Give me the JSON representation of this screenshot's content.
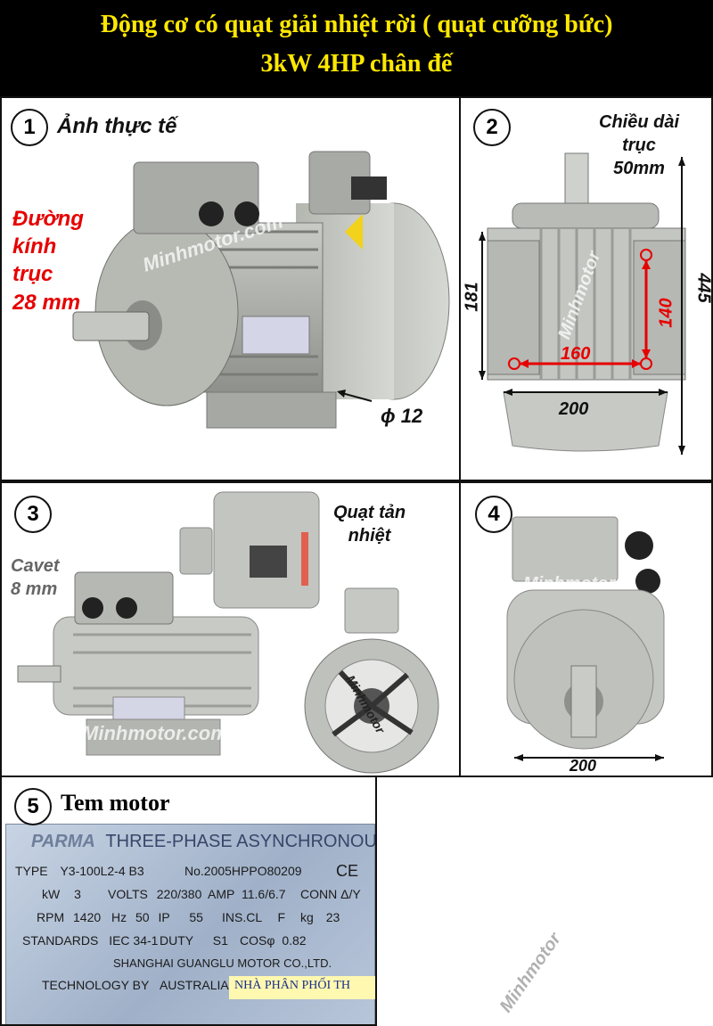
{
  "header": {
    "line1": "Động cơ có quạt giải nhiệt rời ( quạt cưỡng bức)",
    "line2": "3kW 4HP chân đế"
  },
  "panel1": {
    "num": "1",
    "title": "Ảnh thực tế",
    "shaft_diameter": [
      "Đường",
      "kính",
      "trục",
      "28 mm"
    ],
    "watermark": "Minhmotor.com",
    "foot_hole": "ϕ 12"
  },
  "panel2": {
    "num": "2",
    "shaft_length": [
      "Chiều dài",
      "trục",
      "50mm"
    ],
    "dim_181": "181",
    "dim_445": "445",
    "dim_140": "140",
    "dim_160": "160",
    "dim_200": "200",
    "watermark": "Minhmotor"
  },
  "panel3": {
    "num": "3",
    "cable_gland": [
      "Cavet",
      "8 mm"
    ],
    "fan": [
      "Quạt tản",
      "nhiệt"
    ],
    "watermark": "Minhmotor.com",
    "fan_watermark": "Minhmotor"
  },
  "panel4": {
    "num": "4",
    "watermark": "Minhmotor",
    "dim_200": "200"
  },
  "panel5": {
    "num": "5",
    "title": "Tem motor",
    "plate": {
      "brand": "PARMA",
      "heading": "THREE-PHASE ASYNCHRONOUS MOTOR",
      "type_label": "TYPE",
      "type_value": "Y3-100L2-4 B3",
      "no_value": "No.2005HPPO80209",
      "ce": "CE",
      "kw_label": "kW",
      "kw_value": "3",
      "volts_label": "VOLTS",
      "volts_value": "220/380",
      "amp_label": "AMP",
      "amp_value": "11.6/6.7",
      "conn_label": "CONN",
      "conn_value": "Δ/Y",
      "rpm_label": "RPM",
      "rpm_value": "1420",
      "hz_label": "Hz",
      "hz_value": "50",
      "ip_label": "IP",
      "ip_value": "55",
      "ins_label": "INS.CL",
      "ins_value": "F",
      "kg_label": "kg",
      "kg_value": "23",
      "std_label": "STANDARDS",
      "std_value": "IEC 34-1",
      "duty_label": "DUTY",
      "duty_value": "S1",
      "cos_label": "COSφ",
      "cos_value": "0.82",
      "maker": "SHANGHAI GUANGLU MOTOR CO.,LTD.",
      "tech_label": "TECHNOLOGY BY",
      "tech_value": "AUSTRALIA",
      "dealer": "NHÀ PHÂN PHỐI TH"
    },
    "watermark": "Minhmotor"
  }
}
